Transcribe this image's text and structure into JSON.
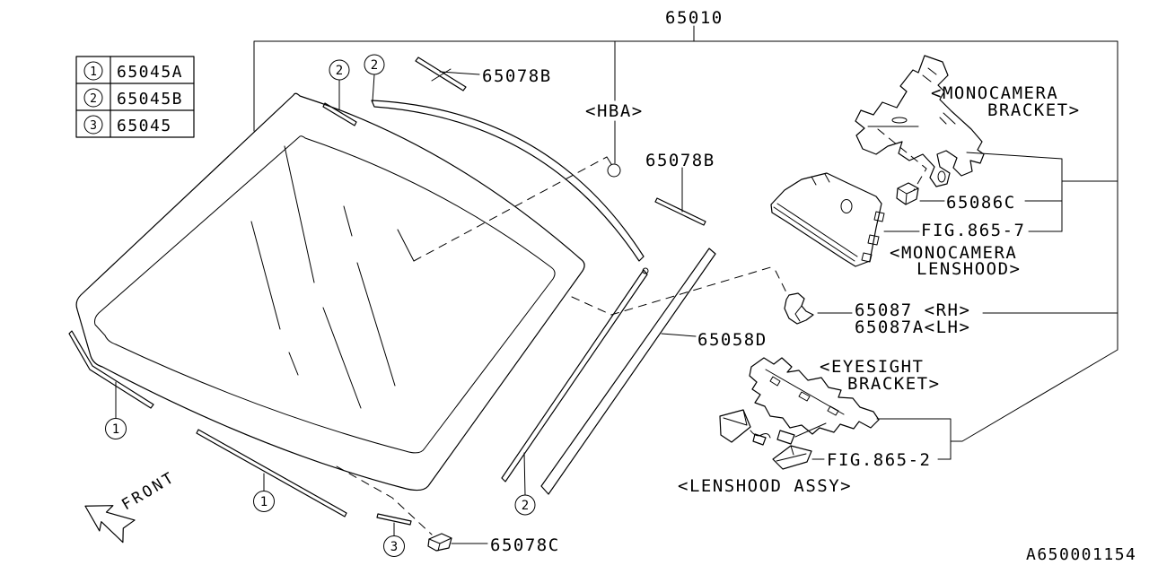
{
  "page": {
    "background": "#ffffff",
    "ink": "#000000",
    "doc_number": "A650001154"
  },
  "legend": {
    "rows": [
      {
        "callout": "1",
        "part_number": "65045A"
      },
      {
        "callout": "2",
        "part_number": "65045B"
      },
      {
        "callout": "3",
        "part_number": "65045"
      }
    ]
  },
  "callouts": {
    "one": "1",
    "two": "2",
    "three": "3"
  },
  "labels": {
    "glass_assembly": "65010",
    "hba": "<HBA>",
    "moulding_upper_a": "65078B",
    "moulding_upper_b": "65078B",
    "mono_bracket_1": "<MONOCAMERA",
    "mono_bracket_2": "BRACKET>",
    "clip_65086c": "65086C",
    "fig_865_7": "FIG.865-7",
    "mono_lenshood_1": "<MONOCAMERA",
    "mono_lenshood_2": "LENSHOOD>",
    "cover_rh": "65087 <RH>",
    "cover_lh": "65087A<LH>",
    "moulding_side": "65058D",
    "eyesight_bracket_1": "<EYESIGHT",
    "eyesight_bracket_2": "BRACKET>",
    "fig_865_2": "FIG.865-2",
    "lenshood_assy": "<LENSHOOD ASSY>",
    "clip_65078c": "65078C",
    "front": "FRONT"
  }
}
